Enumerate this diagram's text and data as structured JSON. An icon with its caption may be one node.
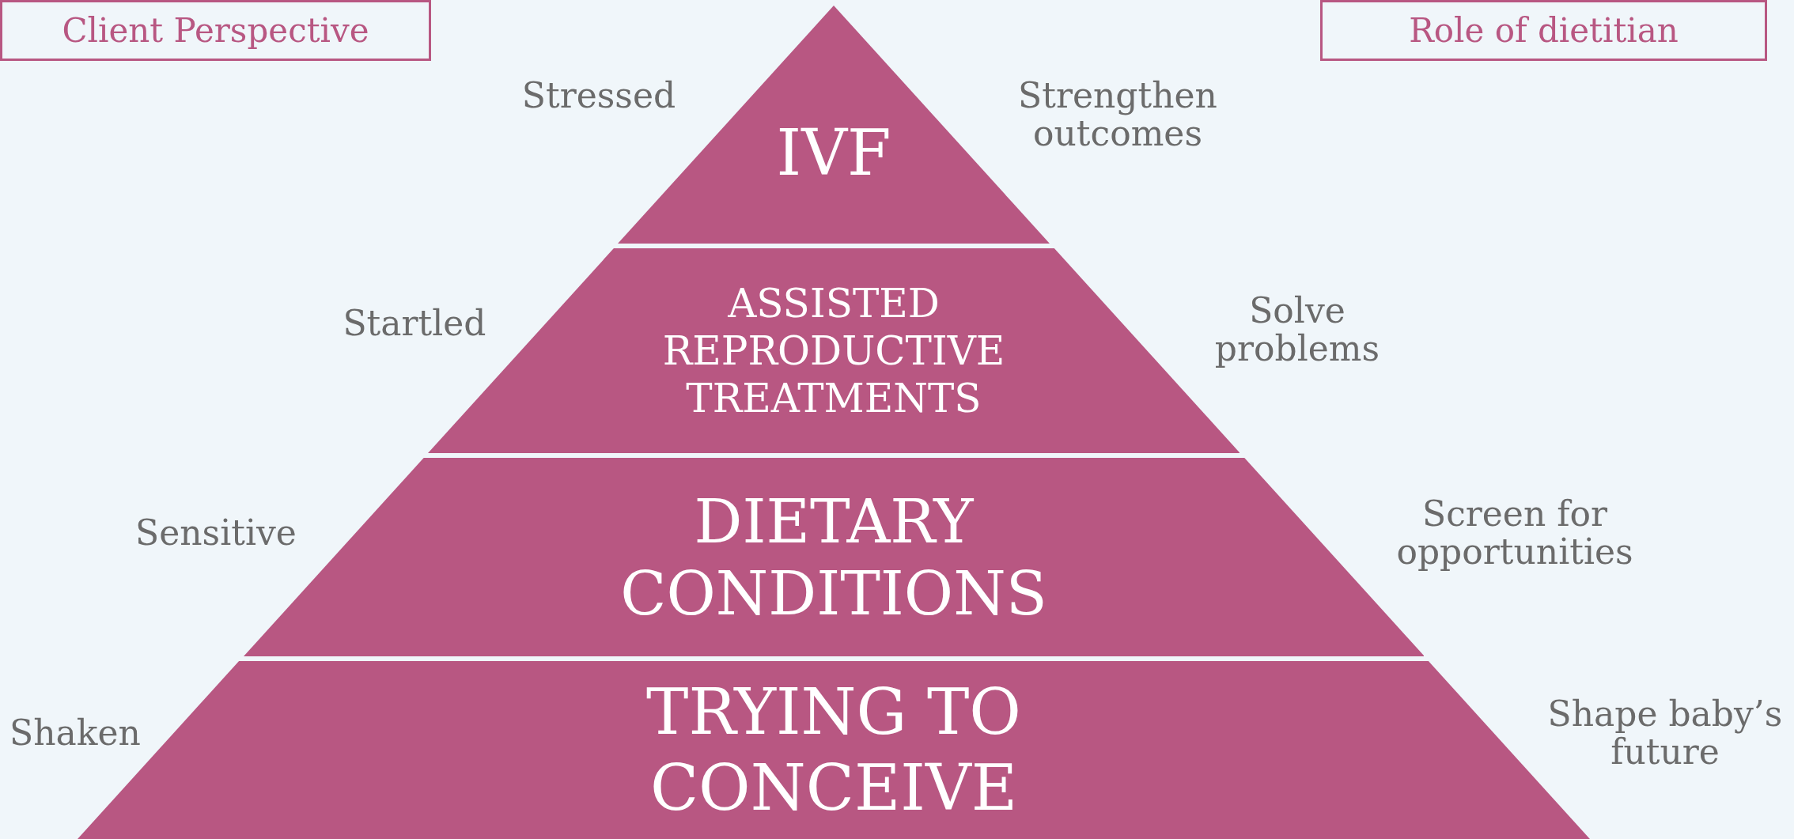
{
  "diagram": {
    "nodes": [
      {
        "text": [
          "Client Perspective"
        ]
      },
      {
        "text": [
          "Role of dietitian"
        ]
      },
      {
        "text": [
          "IVF"
        ]
      },
      {
        "text": [
          "ASSISTED REPRODUCTIVE TREATMENTS"
        ]
      },
      {
        "text": [
          "DIETARY CONDITIONS"
        ]
      },
      {
        "text": [
          "TRYING TO CONCEIVE"
        ]
      }
    ],
    "edges": [],
    "labels": [
      "Stressed",
      "Strengthen outcomes",
      "Startled",
      "Solve problems",
      "Sensitive",
      "Screen for opportunities",
      "Shaken",
      "Shape baby’s future"
    ]
  }
}
